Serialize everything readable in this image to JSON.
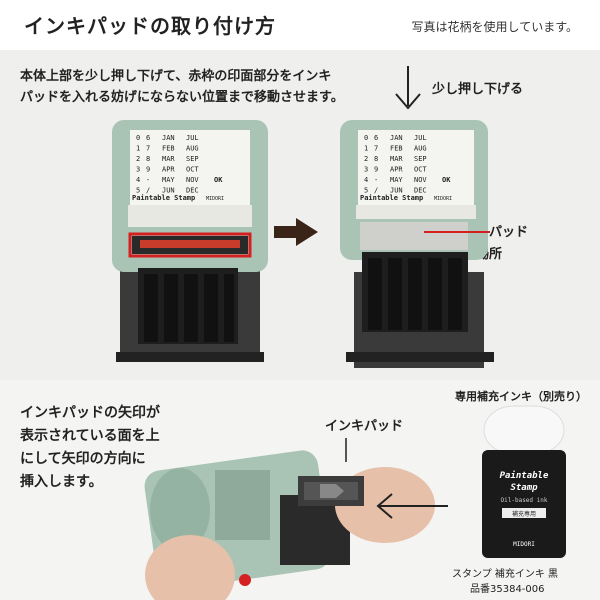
{
  "header": {
    "title": "インキパッドの取り付け方",
    "photo_note": "写真は花柄を使用しています。"
  },
  "step1": {
    "description_line1": "本体上部を少し押し下げて、赤枠の印面部分をインキ",
    "description_line2": "パッドを入れる妨げにならない位置まで移動させます。",
    "push_label": "少し押し下げる",
    "ink_pad_label_line1": "インキパッド",
    "ink_pad_label_line2": "挿入場所"
  },
  "stamp": {
    "brand": "Paintable Stamp",
    "maker": "MIDORI",
    "rows": [
      {
        "n1": "0",
        "n2": "6",
        "m1": "JAN",
        "m2": "JUL"
      },
      {
        "n1": "1",
        "n2": "7",
        "m1": "FEB",
        "m2": "AUG"
      },
      {
        "n1": "2",
        "n2": "8",
        "m1": "MAR",
        "m2": "SEP"
      },
      {
        "n1": "3",
        "n2": "9",
        "m1": "APR",
        "m2": "OCT"
      },
      {
        "n1": "4",
        "n2": "-",
        "m1": "MAY",
        "m2": "NOV"
      },
      {
        "n1": "5",
        "n2": "/",
        "m1": "JUN",
        "m2": "DEC"
      }
    ],
    "ok_text": "OK"
  },
  "step2": {
    "description_line1": "インキパッドの矢印が",
    "description_line2": "表示されている面を上",
    "description_line3": "にして矢印の方向に",
    "description_line4": "挿入します。",
    "ink_pad_label": "インキパッド"
  },
  "refill": {
    "title": "専用補充インキ（別売り）",
    "bottle_brand_line1": "Paintable",
    "bottle_brand_line2": "Stamp",
    "bottle_sub": "Oil-based ink",
    "bottle_label": "補充専用",
    "bottle_maker": "MIDORI",
    "caption_line1": "スタンプ 補充インキ 黒",
    "caption_line2": "品番35384-006"
  },
  "colors": {
    "stamp_body": "#a9c4b5",
    "stamp_dark": "#2a2a2a",
    "red_frame": "#d42020",
    "bottle_black": "#1a1a1a"
  }
}
